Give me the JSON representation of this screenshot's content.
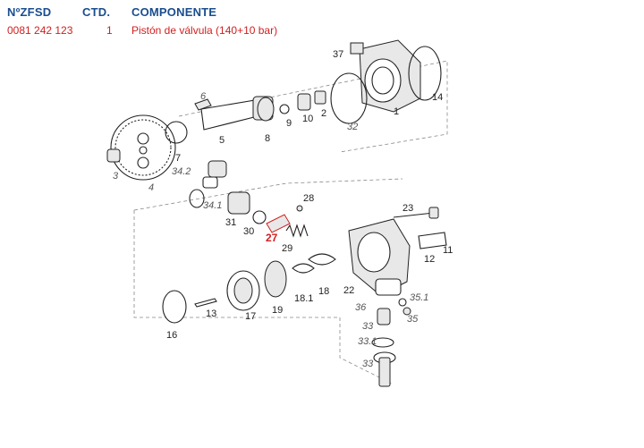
{
  "header": {
    "col_zfsd": "NºZFSD",
    "col_qty": "CTD.",
    "col_component": "COMPONENTE"
  },
  "row": {
    "zfsd": "0081 242 123",
    "qty": "1",
    "component": "Pistón de válvula (140+10 bar)"
  },
  "diagram": {
    "labels": [
      "37",
      "1",
      "14",
      "6",
      "10",
      "2",
      "9",
      "8",
      "32",
      "5",
      "7",
      "3",
      "4",
      "34.2",
      "34.1",
      "28",
      "31",
      "30",
      "27",
      "29",
      "23",
      "11",
      "12",
      "22",
      "35.1",
      "36",
      "35",
      "18",
      "18.1",
      "19",
      "17",
      "13",
      "16",
      "33",
      "33.1",
      "33"
    ],
    "highlight": "27",
    "highlight_color": "#d21e1e",
    "header_color": "#1a4d8f"
  }
}
